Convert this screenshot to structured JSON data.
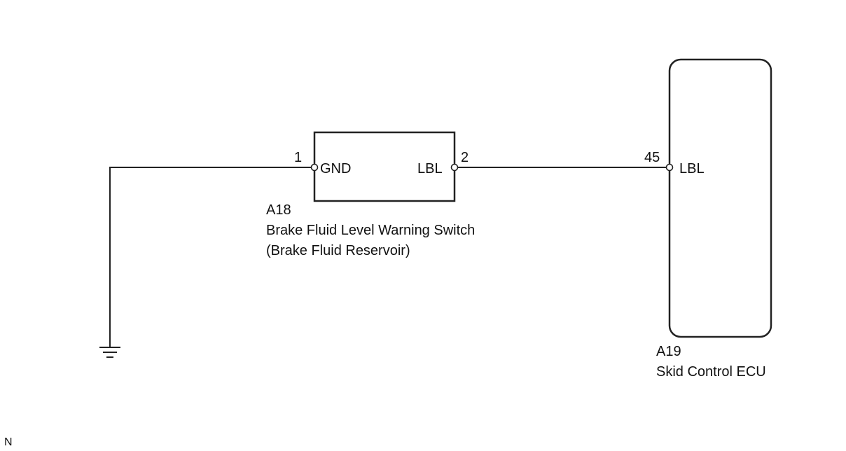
{
  "components": {
    "switch": {
      "code": "A18",
      "name": "Brake Fluid Level Warning Switch",
      "subtitle": "(Brake Fluid Reservoir)",
      "pins": {
        "gnd_number": "1",
        "gnd_label": "GND",
        "lbl_number": "2",
        "lbl_label": "LBL"
      }
    },
    "ecu": {
      "code": "A19",
      "name": "Skid Control ECU",
      "pins": {
        "lbl_number": "45",
        "lbl_label": "LBL"
      }
    }
  },
  "corner_mark": "N"
}
